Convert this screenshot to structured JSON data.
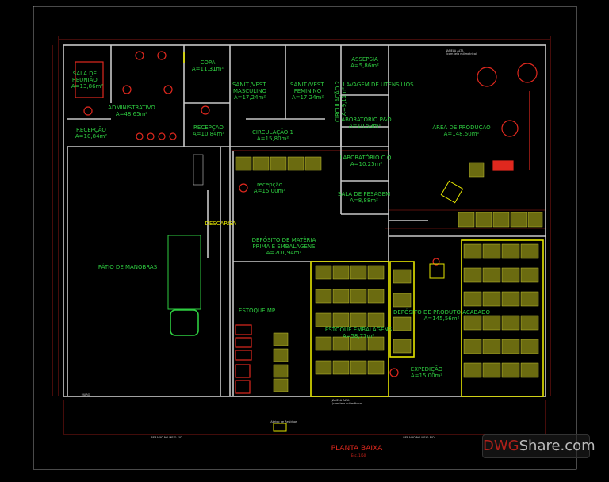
{
  "drawing": {
    "title": "PLANTA BAIXA",
    "scale": "Esc. 1/50",
    "watermark": {
      "part1": "DWG",
      "part2": "Share.com"
    },
    "colors": {
      "walls": "#c8c8c8",
      "labels": "#2ecc40",
      "furniture": "#e0281e",
      "racks": "#e6e600",
      "dimensions": "#b0201a"
    }
  },
  "rooms": [
    {
      "name": "SALA DE REUNIÃO",
      "area": "A=13,86m²"
    },
    {
      "name": "ADMINISTRATIVO",
      "area": "A=48,65m²"
    },
    {
      "name": "RECEPÇÃO",
      "area": "A=10,84m²"
    },
    {
      "name": "COPA",
      "area": "A=11,31m²"
    },
    {
      "name": "RECEPÇÃO",
      "area": "A=10,84m²"
    },
    {
      "name": "SANIT./VEST. MASCULINO",
      "area": "A=17,24m²"
    },
    {
      "name": "SANIT./VEST. FEMININO",
      "area": "A=17,24m²"
    },
    {
      "name": "CIRCULAÇÃO 1",
      "area": "A=15,80m²"
    },
    {
      "name": "CIRCULAÇÃO 2",
      "area": "A=9,11m²"
    },
    {
      "name": "ASSEPSIA",
      "area": "A=5,86m²"
    },
    {
      "name": "LAVAGEM DE UTENSÍLIOS",
      "area": ""
    },
    {
      "name": "LABORATÓRIO P&D",
      "area": "A=10,53m²"
    },
    {
      "name": "LABORATÓRIO C.Q.",
      "area": "A=10,25m²"
    },
    {
      "name": "SALA DE PESAGEM",
      "area": "A=8,88m²"
    },
    {
      "name": "ÁREA DE PRODUÇÃO",
      "area": "A=148,50m²"
    },
    {
      "name": "recepção",
      "area": "A=15,00m²"
    },
    {
      "name": "DEPÓSITO DE MATÉRIA PRIMA E EMBALAGENS",
      "area": "A=201,94m²"
    },
    {
      "name": "DESCARGA",
      "area": ""
    },
    {
      "name": "PÁTIO DE MANOBRAS",
      "area": ""
    },
    {
      "name": "ESTOQUE MP",
      "area": ""
    },
    {
      "name": "ESTOQUE EMBALAGENS",
      "area": "A=58,77m²"
    },
    {
      "name": "DEPÓSITO DE PRODUTO ACABADO",
      "area": "A=145,56m²"
    },
    {
      "name": "EXPEDIÇÃO",
      "area": "A=15,00m²"
    }
  ],
  "notes": {
    "janela_top": "JANELA ALTA",
    "janela_top_sub": "(com tela milimétrica)",
    "janela_bottom": "JANELA ALTA",
    "janela_bottom_sub": "(com tela milimétrica)",
    "muro": "MURO",
    "rebaixo_left": "REBAIXO NO MEIO-FIO",
    "rebaixo_right": "REBAIXO NO MEIO-FIO",
    "abrigo": "Abrigo de Resíduos"
  }
}
